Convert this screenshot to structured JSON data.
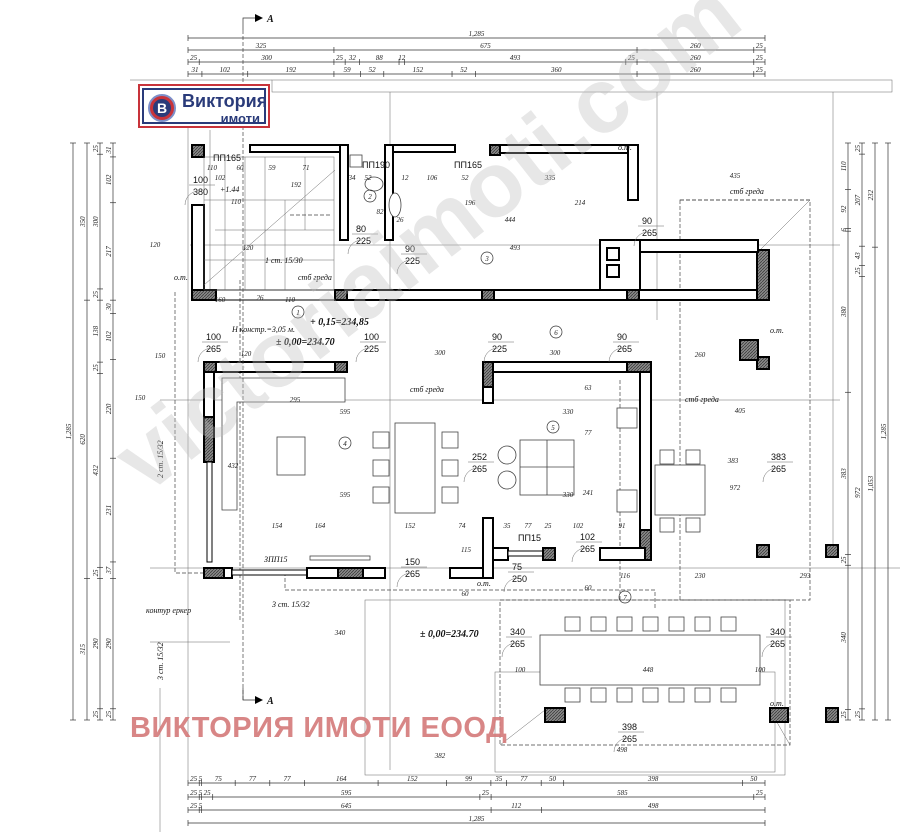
{
  "logo": {
    "letter": "B",
    "brand": "Виктория",
    "sub": "имоти"
  },
  "watermark_company": "ВИКТОРИЯ ИМОТИ ЕООД",
  "watermark_site": "victoriaimoti.com",
  "section_marker": "А",
  "dimensions": {
    "top": [
      [
        1285
      ],
      [
        325,
        675,
        260,
        25
      ],
      [
        25,
        300,
        25,
        32,
        88,
        12,
        493,
        25,
        260,
        25
      ],
      [
        31,
        102,
        192,
        59,
        52,
        152,
        52,
        360,
        260,
        25
      ]
    ],
    "bottom": [
      [
        25,
        5,
        75,
        77,
        77,
        164,
        152,
        99,
        35,
        77,
        50,
        398,
        50
      ],
      [
        25,
        5,
        25,
        595,
        25,
        585,
        25
      ],
      [
        25,
        5,
        645,
        112,
        498
      ],
      [
        1285
      ]
    ],
    "left": [
      [
        1285
      ],
      [
        350,
        620,
        315
      ],
      [
        25,
        300,
        25,
        138,
        25,
        432,
        25,
        290,
        25
      ],
      [
        31,
        102,
        217,
        30,
        102,
        220,
        231,
        37,
        290,
        25
      ]
    ],
    "right": [
      [
        110,
        92,
        6,
        380,
        383,
        25,
        340,
        25
      ],
      [
        25,
        207,
        43,
        25,
        972,
        25
      ],
      [
        232,
        1053
      ],
      [
        1285
      ]
    ]
  },
  "rooms": [
    "1",
    "2",
    "3",
    "4",
    "5",
    "6",
    "7"
  ],
  "doors": [
    {
      "w": "100",
      "h": "380"
    },
    {
      "w": "80",
      "h": "225"
    },
    {
      "w": "90",
      "h": "225"
    },
    {
      "w": "90",
      "h": "265"
    },
    {
      "w": "100",
      "h": "265"
    },
    {
      "w": "100",
      "h": "225"
    },
    {
      "w": "90",
      "h": "225"
    },
    {
      "w": "90",
      "h": "265"
    },
    {
      "w": "252",
      "h": "265"
    },
    {
      "w": "383",
      "h": "265"
    },
    {
      "w": "150",
      "h": "265"
    },
    {
      "w": "102",
      "h": "265"
    },
    {
      "w": "340",
      "h": "265"
    },
    {
      "w": "340",
      "h": "265"
    },
    {
      "w": "398",
      "h": "265"
    },
    {
      "w": "75",
      "h": "250"
    }
  ],
  "notes": {
    "window_pp165_a": "ПП165",
    "window_pp190": "ПП190",
    "window_pp165_b": "ПП165",
    "window_pp15": "ПП15",
    "window_zpp15": "ЗПП15",
    "level_144": "+1.44",
    "stair_1": "1 ст. 15/30",
    "stair_2": "2 ст. 15/32",
    "stair_3a": "3 ст. 15/32",
    "stair_3b": "3 ст. 15/32",
    "beam_1": "стб греда",
    "beam_2": "стб греда",
    "beam_3": "стб греда",
    "beam_4": "стб греда",
    "height": "Н констр.=3,05 м.",
    "elev_015": "+ 0,15=234,85",
    "elev_000a": "± 0,00=234.70",
    "elev_000b": "± 0,00=234.70",
    "bay_outline": "контур еркер",
    "ot_1": "о.т.",
    "ot_2": "о.т.",
    "ot_3": "о.т.",
    "ot_4": "о.т.",
    "ot_5": "о.т."
  },
  "inner_dims": [
    "110",
    "60",
    "59",
    "71",
    "192",
    "102",
    "110",
    "160",
    "110",
    "120",
    "34",
    "52",
    "12",
    "106",
    "52",
    "335",
    "444",
    "493",
    "82",
    "26",
    "196",
    "214",
    "300",
    "300",
    "295",
    "595",
    "595",
    "330",
    "330",
    "432",
    "154",
    "164",
    "152",
    "74",
    "35",
    "77",
    "25",
    "102",
    "91",
    "116",
    "230",
    "293",
    "448",
    "100",
    "100",
    "382",
    "498",
    "150",
    "405",
    "260",
    "435",
    "150",
    "120",
    "26",
    "120",
    "383",
    "972",
    "340",
    "63",
    "77",
    "241",
    "115",
    "60",
    "60"
  ]
}
